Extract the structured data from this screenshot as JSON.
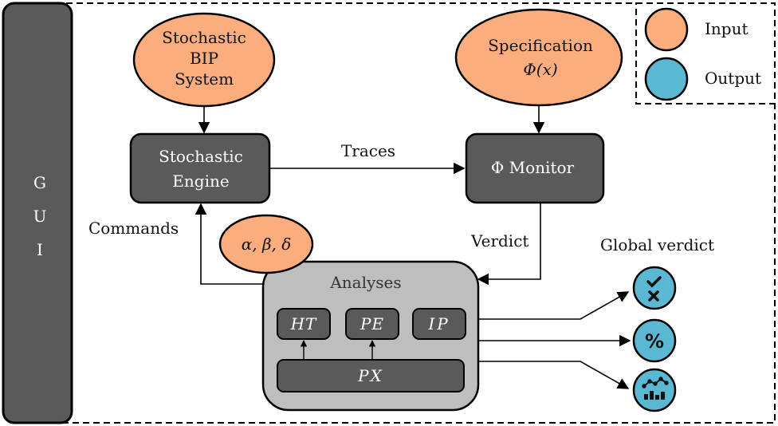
{
  "gui": {
    "letters": [
      "G",
      "U",
      "I"
    ]
  },
  "legend": {
    "input_label": "Input",
    "output_label": "Output",
    "input_color": "#fbad7d",
    "output_color": "#5bb8d3"
  },
  "inputs": {
    "system_lines": [
      "Stochastic",
      "BIP",
      "System"
    ],
    "spec_lines": [
      "Specification",
      "Φ(x)"
    ],
    "params": "α, β, δ"
  },
  "components": {
    "engine_lines": [
      "Stochastic",
      "Engine"
    ],
    "monitor": "Φ Monitor",
    "analyses": "Analyses",
    "ht": "HT",
    "pe": "PE",
    "ip": "IP",
    "px": "PX"
  },
  "edges": {
    "traces": "Traces",
    "commands": "Commands",
    "verdict": "Verdict",
    "global_verdict": "Global verdict"
  },
  "outputs": {
    "icons": [
      "check-cross-icon",
      "percent-icon",
      "chart-icon"
    ],
    "percent_symbol": "%"
  },
  "colors": {
    "dark": "#5a5a5a",
    "analyses_bg": "#bdbebd",
    "stroke": "#000000"
  }
}
